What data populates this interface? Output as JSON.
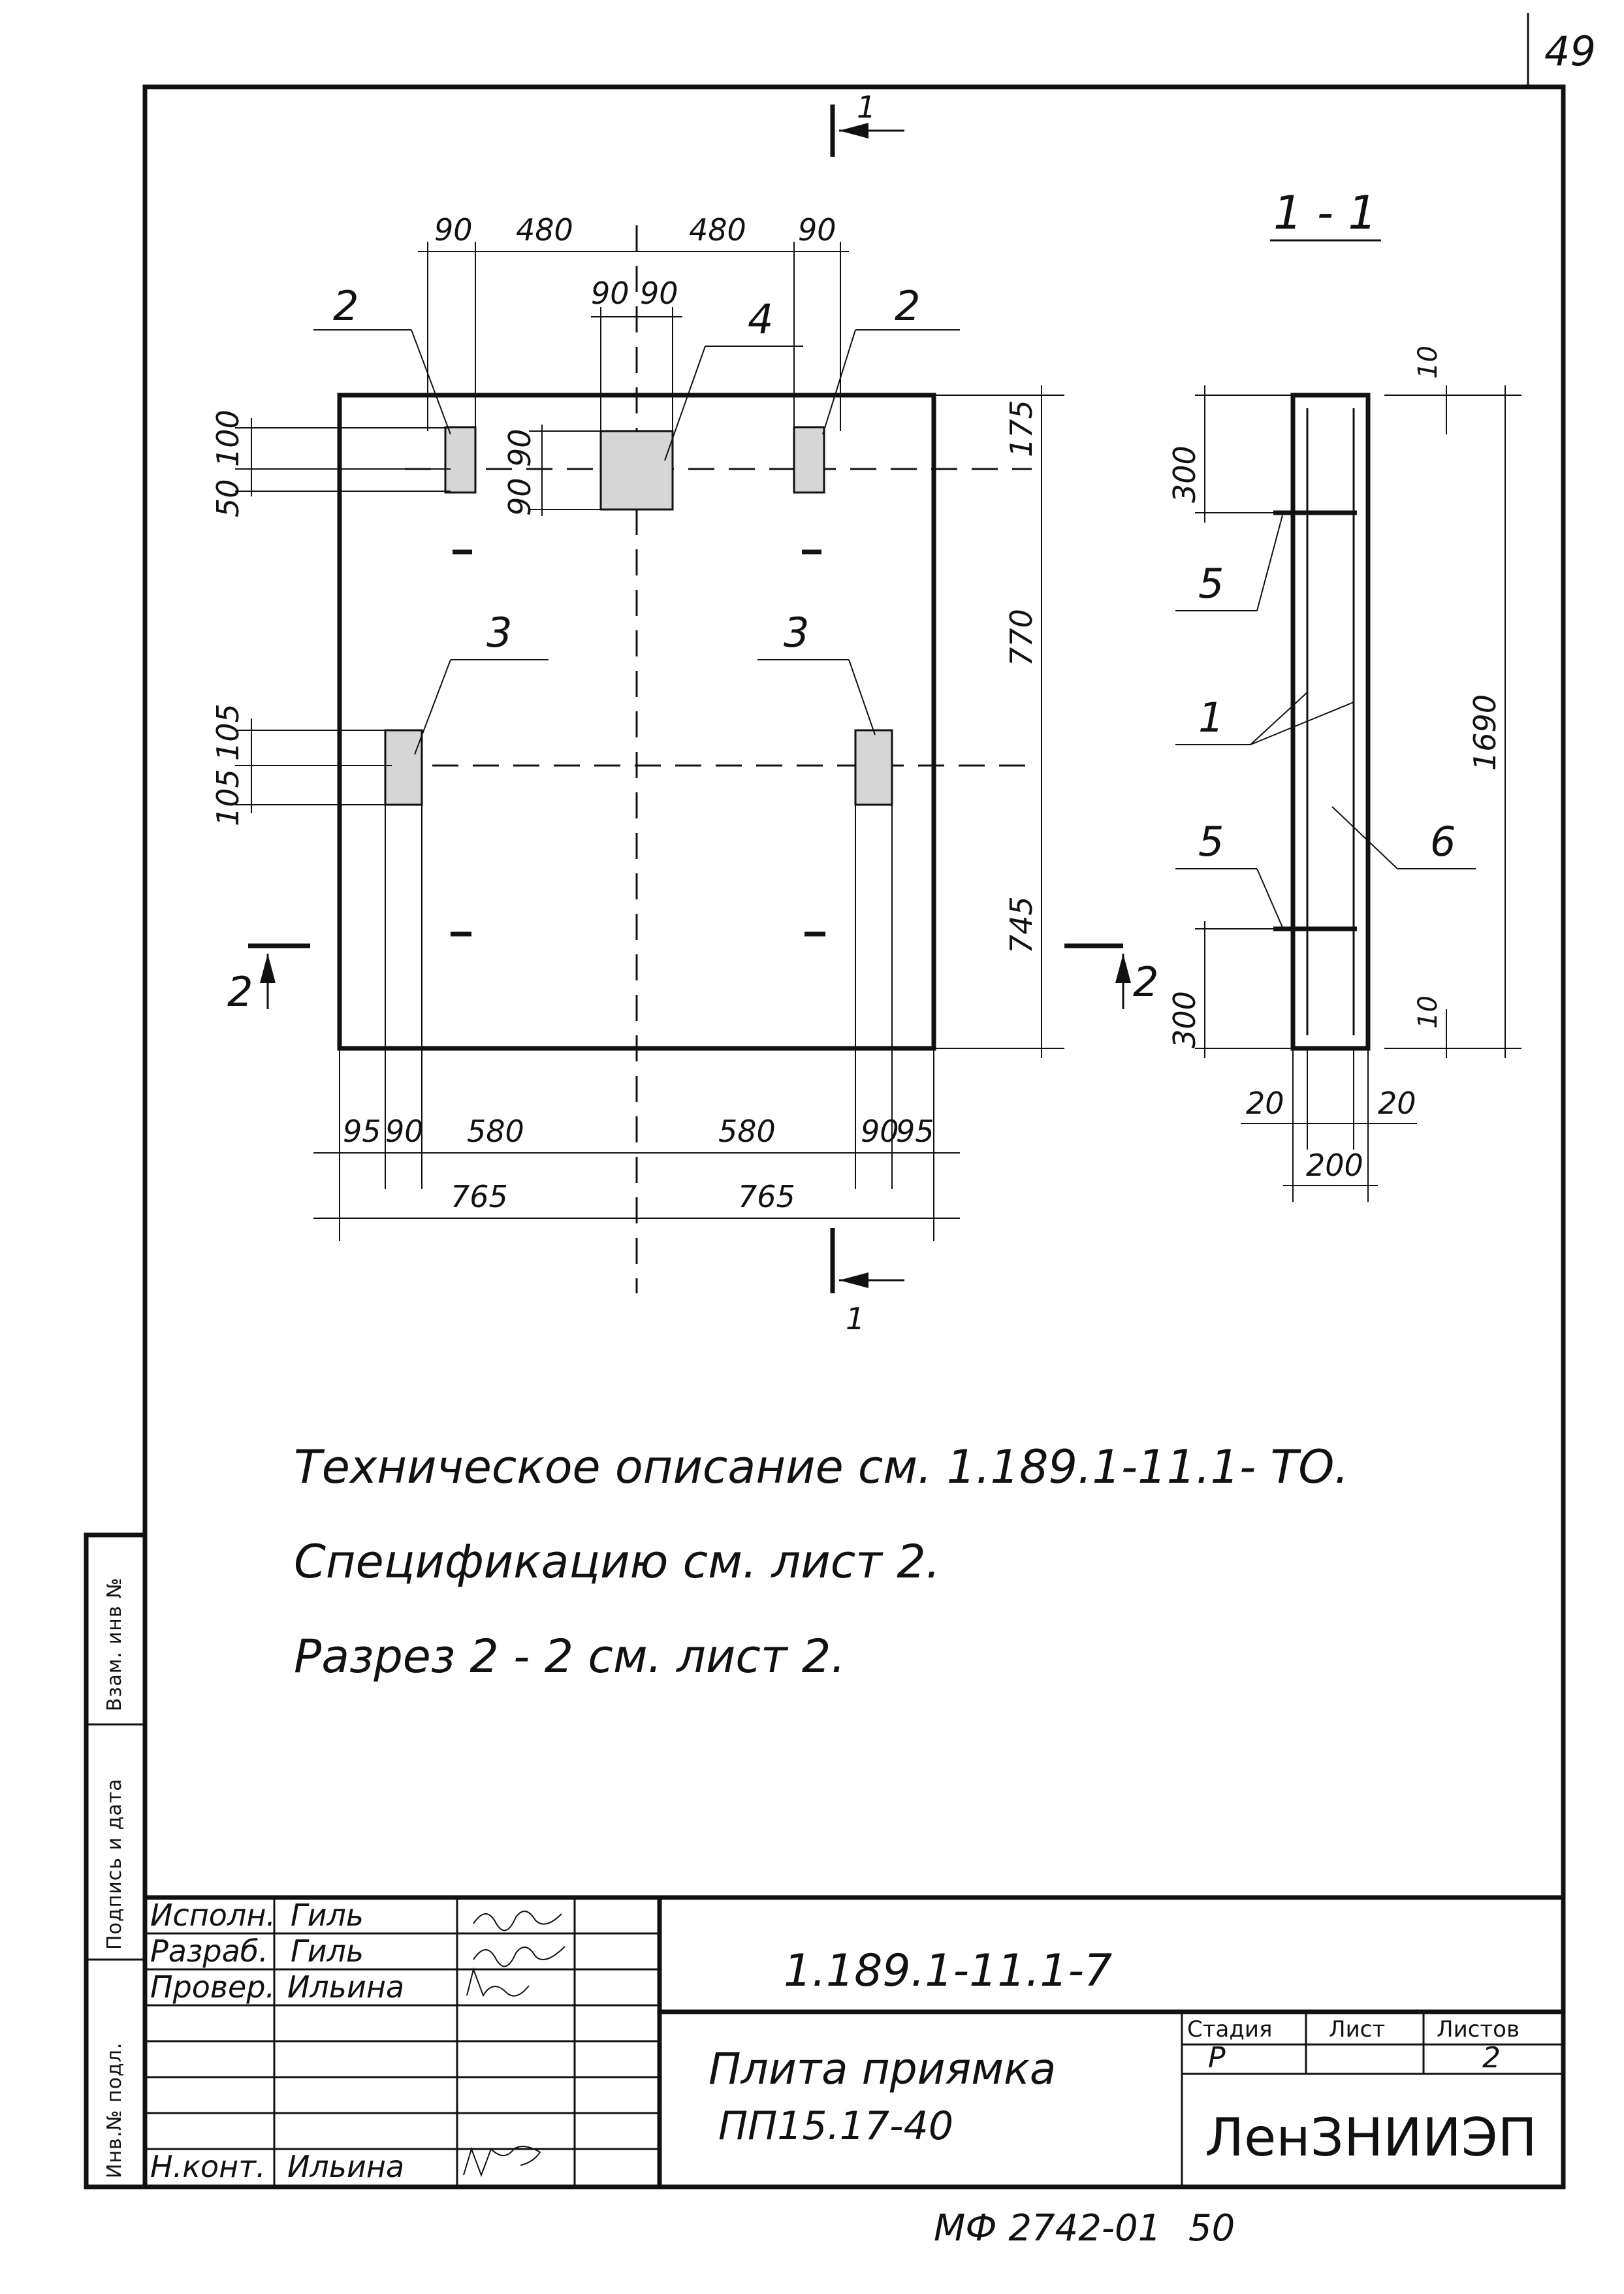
{
  "sheet_number": "49",
  "plan": {
    "top_dims": [
      "90",
      "480",
      "480",
      "90"
    ],
    "center_dims": [
      "90",
      "90"
    ],
    "left_dims": [
      "100",
      "50",
      "105",
      "105"
    ],
    "left_dims_center": [
      "90",
      "90"
    ],
    "right_dims": [
      "175",
      "770",
      "745"
    ],
    "bottom_dims": [
      "95",
      "90",
      "580",
      "580",
      "90",
      "95"
    ],
    "bottom_totals": [
      "765",
      "765"
    ],
    "callouts": [
      "2",
      "4",
      "2",
      "3",
      "3"
    ],
    "section_mark_1": "1",
    "section_mark_2": "2"
  },
  "section": {
    "title": "1 - 1",
    "dims_left": [
      "300",
      "300"
    ],
    "dims_right": [
      "10",
      "1690",
      "10"
    ],
    "dims_bottom": [
      "20",
      "20",
      "200"
    ],
    "callouts": [
      "5",
      "1",
      "5",
      "6"
    ]
  },
  "notes": [
    "Техническое описание см.   1.189.1-11.1- ТО.",
    "Спецификацию см. лист  2.",
    "Разрез 2 - 2  см.  лист 2."
  ],
  "side_stamp": [
    "Взам. инв №",
    "Подпись и дата",
    "Инв.№ подл."
  ],
  "title_block": {
    "roles": [
      "Исполн.",
      "Разраб.",
      "Провер.",
      "",
      "",
      "",
      "",
      "Н.конт."
    ],
    "names": [
      "Гиль",
      "Гиль",
      "Ильина",
      "",
      "",
      "",
      "",
      "Ильина"
    ],
    "document_code": "1.189.1-11.1-7",
    "product_name": "Плита приямка",
    "product_mark": "ПП15.17-40",
    "stage_header": "Стадия",
    "sheet_header": "Лист",
    "sheets_header": "Листов",
    "stage": "Р",
    "sheet": "",
    "sheets": "2",
    "organization": "ЛенЗНИИЭП"
  },
  "footer": {
    "code": "МФ 2742-01",
    "page": "50"
  }
}
